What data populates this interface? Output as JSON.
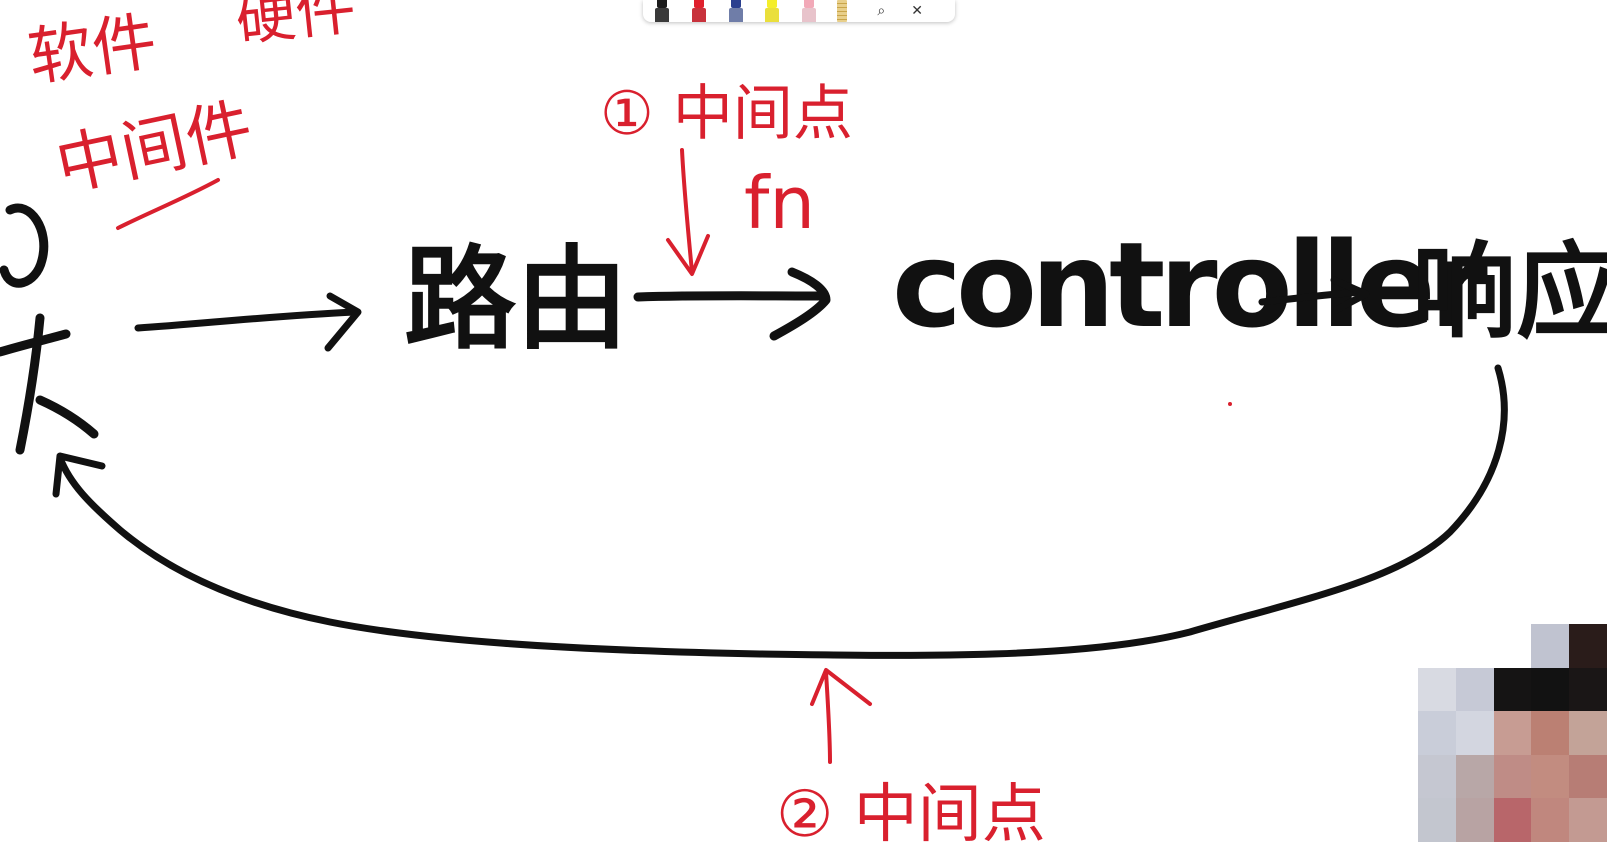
{
  "whiteboard": {
    "left_notes": {
      "line1": "软件",
      "line2": "硬件",
      "line3": "中间件"
    },
    "flow": {
      "routing": "路由",
      "controller": "controller",
      "response": "响应",
      "left_mark": "大"
    },
    "annotations": {
      "top_middleware": "① 中间点",
      "fn": "fn",
      "bottom_middleware": "② 中间点"
    }
  },
  "toolbar": {
    "pens": [
      {
        "name": "black-pen",
        "color": "#1b1b1b"
      },
      {
        "name": "red-pen",
        "color": "#e0202d"
      },
      {
        "name": "blue-pen",
        "color": "#2a3f8f"
      },
      {
        "name": "yellow-highlighter",
        "color": "#f4ee2a"
      },
      {
        "name": "pink-eraser",
        "color": "#f2a9b8"
      }
    ],
    "ruler_icon": "ruler-icon",
    "capture_icon": "⌕",
    "close_icon": "✕"
  },
  "colors": {
    "ink_black": "#111111",
    "ink_red": "#d9202e",
    "background": "#ffffff"
  }
}
